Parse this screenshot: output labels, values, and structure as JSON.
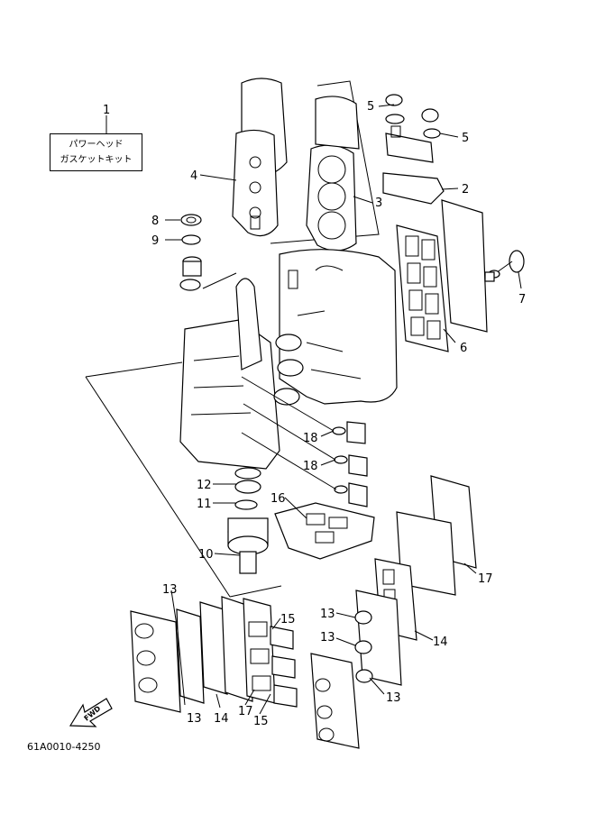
{
  "kit": {
    "number": "1",
    "name_line1": "パワーヘッド",
    "name_line2": "ガスケットキット"
  },
  "callouts": {
    "c2": "2",
    "c3": "3",
    "c4": "4",
    "c5a": "5",
    "c5b": "5",
    "c6": "6",
    "c7": "7",
    "c8": "8",
    "c9": "9",
    "c10": "10",
    "c11": "11",
    "c12": "12",
    "c13a": "13",
    "c13b": "13",
    "c13c": "13",
    "c13d": "13",
    "c13e": "13",
    "c14a": "14",
    "c14b": "14",
    "c15a": "15",
    "c15b": "15",
    "c16": "16",
    "c17a": "17",
    "c17b": "17",
    "c18a": "18",
    "c18b": "18"
  },
  "fwd_label": "FWD",
  "drawing_number": "61A0010-4250"
}
